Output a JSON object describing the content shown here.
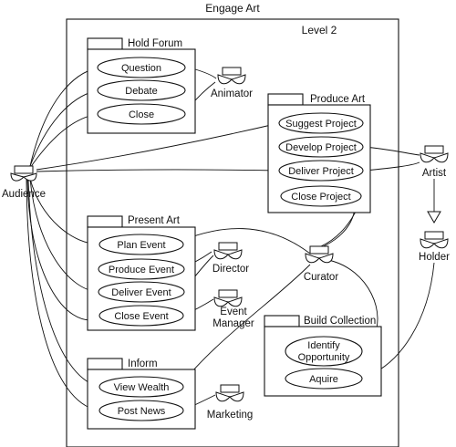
{
  "diagram": {
    "title": "Engage Art",
    "subtitle": "Level 2",
    "packages": [
      {
        "id": "hold-forum",
        "label": "Hold Forum"
      },
      {
        "id": "produce-art",
        "label": "Produce Art"
      },
      {
        "id": "present-art",
        "label": "Present Art"
      },
      {
        "id": "build-collection",
        "label": "Build Collection"
      },
      {
        "id": "inform",
        "label": "Inform"
      }
    ],
    "use_cases": [
      {
        "id": "question",
        "label": "Question"
      },
      {
        "id": "debate",
        "label": "Debate"
      },
      {
        "id": "close-forum",
        "label": "Close"
      },
      {
        "id": "suggest-project",
        "label": "Suggest Project"
      },
      {
        "id": "develop-project",
        "label": "Develop Project"
      },
      {
        "id": "deliver-project",
        "label": "Deliver Project"
      },
      {
        "id": "close-project",
        "label": "Close Project"
      },
      {
        "id": "plan-event",
        "label": "Plan Event"
      },
      {
        "id": "produce-event",
        "label": "Produce Event"
      },
      {
        "id": "deliver-event",
        "label": "Deliver Event"
      },
      {
        "id": "close-event",
        "label": "Close Event"
      },
      {
        "id": "identify-opportunity",
        "label_lines": [
          "Identify",
          "Opportunity"
        ]
      },
      {
        "id": "aquire",
        "label": "Aquire"
      },
      {
        "id": "view-wealth",
        "label": "View Wealth"
      },
      {
        "id": "post-news",
        "label": "Post News"
      }
    ],
    "actors": [
      {
        "id": "audience",
        "label": "Audience"
      },
      {
        "id": "animator",
        "label": "Animator"
      },
      {
        "id": "artist",
        "label": "Artist"
      },
      {
        "id": "holder",
        "label": "Holder"
      },
      {
        "id": "director",
        "label": "Director"
      },
      {
        "id": "curator",
        "label": "Curator"
      },
      {
        "id": "event-manager",
        "label_lines": [
          "Event",
          "Manager"
        ]
      },
      {
        "id": "marketing",
        "label": "Marketing"
      }
    ]
  }
}
